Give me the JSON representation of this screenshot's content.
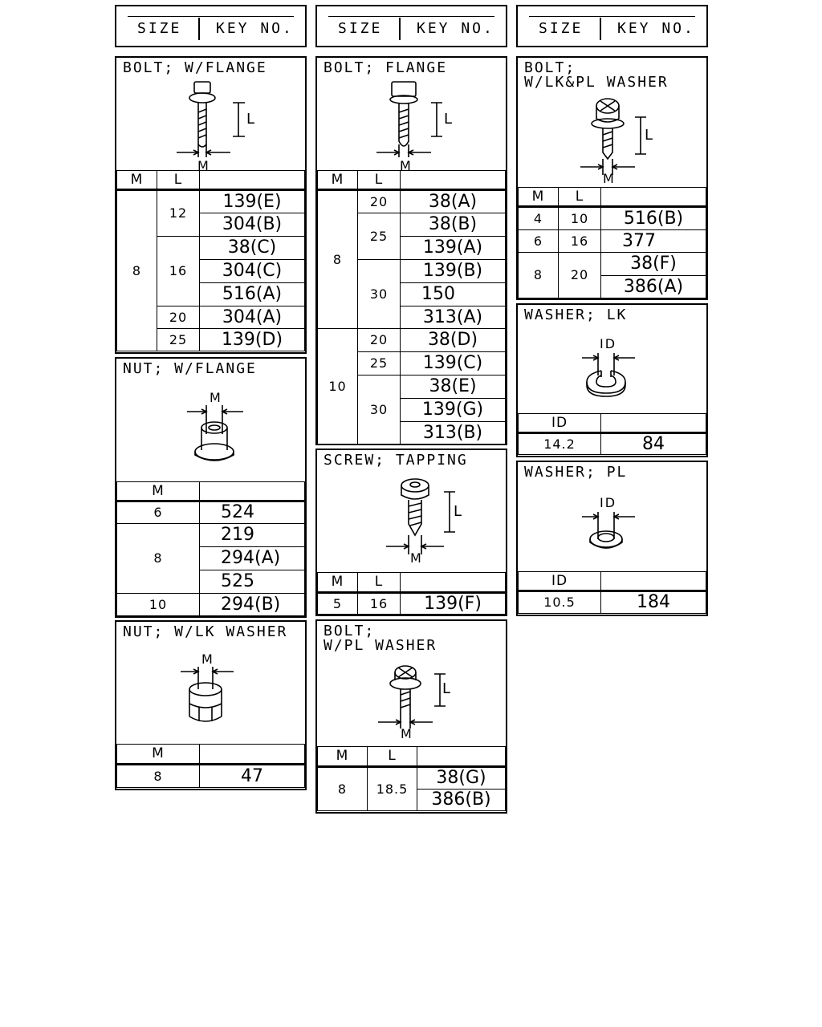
{
  "header": {
    "size": "SIZE",
    "key_no": "KEY NO."
  },
  "bolt_w_flange": {
    "title": "BOLT; W/FLANGE",
    "col_m": "M",
    "col_l": "L",
    "dim_l": "L",
    "dim_m": "M",
    "m": "8",
    "groups": [
      {
        "l": "12",
        "keys": [
          "139(E)",
          "304(B)"
        ]
      },
      {
        "l": "16",
        "keys": [
          "38(C)",
          "304(C)",
          "516(A)"
        ]
      },
      {
        "l": "20",
        "keys": [
          "304(A)"
        ]
      },
      {
        "l": "25",
        "keys": [
          "139(D)"
        ]
      }
    ]
  },
  "bolt_flange": {
    "title": "BOLT; FLANGE",
    "col_m": "M",
    "col_l": "L",
    "dim_l": "L",
    "dim_m": "M",
    "m8": "8",
    "m10": "10",
    "groups8": [
      {
        "l": "20",
        "keys": [
          "38(A)"
        ]
      },
      {
        "l": "25",
        "keys": [
          "38(B)",
          "139(A)"
        ]
      },
      {
        "l": "30",
        "keys": [
          "139(B)",
          "150",
          "313(A)"
        ]
      }
    ],
    "groups10": [
      {
        "l": "20",
        "keys": [
          "38(D)"
        ]
      },
      {
        "l": "25",
        "keys": [
          "139(C)"
        ]
      },
      {
        "l": "30",
        "keys": [
          "38(E)",
          "139(G)",
          "313(B)"
        ]
      }
    ]
  },
  "bolt_lk_pl": {
    "title": "BOLT;\nW/LK&PL WASHER",
    "col_m": "M",
    "col_l": "L",
    "dim_l": "L",
    "dim_m": "M",
    "rows": [
      {
        "m": "4",
        "l": "10",
        "keys": [
          "516(B)"
        ]
      },
      {
        "m": "6",
        "l": "16",
        "keys": [
          "377"
        ]
      },
      {
        "m": "8",
        "l": "20",
        "keys": [
          "38(F)",
          "386(A)"
        ]
      }
    ]
  },
  "nut_w_flange": {
    "title": "NUT; W/FLANGE",
    "col_m": "M",
    "dim_m": "M",
    "rows": [
      {
        "m": "6",
        "keys": [
          "524"
        ]
      },
      {
        "m": "8",
        "keys": [
          "219",
          "294(A)",
          "525"
        ]
      },
      {
        "m": "10",
        "keys": [
          "294(B)"
        ]
      }
    ]
  },
  "nut_w_lk": {
    "title": "NUT; W/LK WASHER",
    "col_m": "M",
    "dim_m": "M",
    "m": "8",
    "key": "47"
  },
  "screw_tapping": {
    "title": "SCREW; TAPPING",
    "col_m": "M",
    "col_l": "L",
    "dim_l": "L",
    "dim_m": "M",
    "m": "5",
    "l": "16",
    "key": "139(F)"
  },
  "bolt_w_pl": {
    "title": "BOLT;\nW/PL WASHER",
    "col_m": "M",
    "col_l": "L",
    "dim_l": "L",
    "dim_m": "M",
    "m": "8",
    "l": "18.5",
    "keys": [
      "38(G)",
      "386(B)"
    ]
  },
  "washer_lk": {
    "title": "WASHER; LK",
    "col_id": "ID",
    "dim_id": "ID",
    "id": "14.2",
    "key": "84"
  },
  "washer_pl": {
    "title": "WASHER; PL",
    "col_id": "ID",
    "dim_id": "ID",
    "id": "10.5",
    "key": "184"
  }
}
